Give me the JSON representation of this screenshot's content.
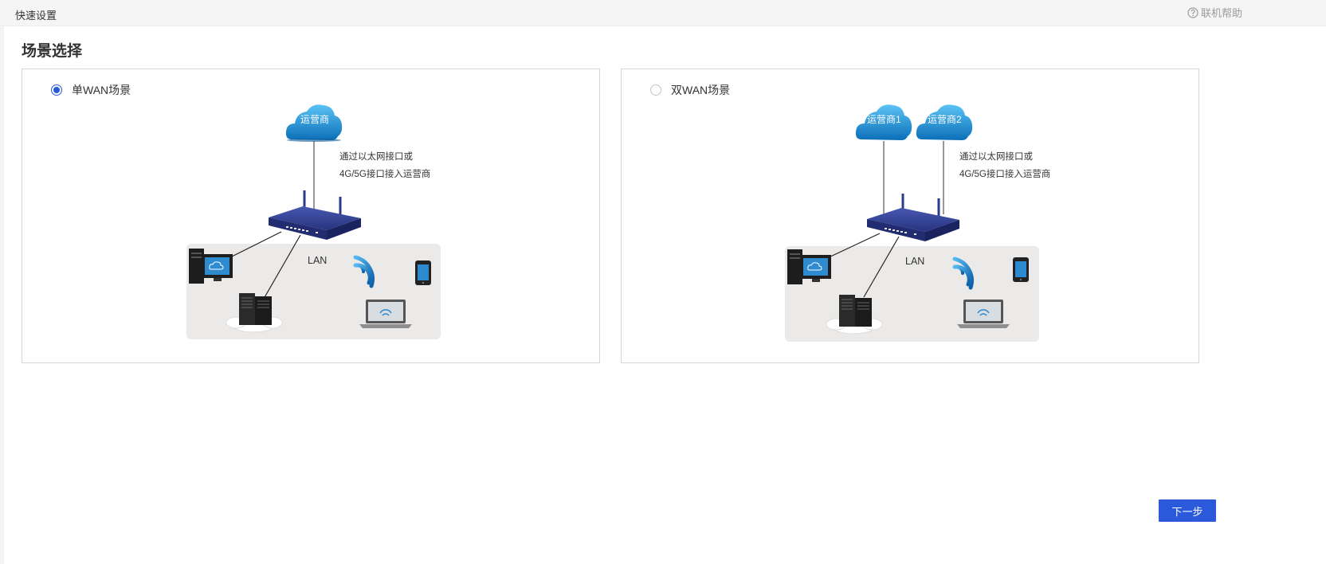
{
  "topbar": {
    "title": "快速设置",
    "help": "联机帮助"
  },
  "page": {
    "section_title": "场景选择",
    "next_label": "下一步"
  },
  "scenes": {
    "single": {
      "label": "单WAN场景",
      "checked": true,
      "isp": "运营商",
      "note_line1": "通过以太网接口或",
      "note_line2": "4G/5G接口接入运营商",
      "lan": "LAN"
    },
    "dual": {
      "label": "双WAN场景",
      "checked": false,
      "isp1": "运营商1",
      "isp2": "运营商2",
      "note_line1": "通过以太网接口或",
      "note_line2": "4G/5G接口接入运营商",
      "lan": "LAN"
    }
  },
  "colors": {
    "accent": "#2a5ad8",
    "cloud": "#1a8fd6",
    "router": "#2b3a8c",
    "lan_bg": "#ebeae8"
  },
  "icons": {
    "help": "help-circle-icon",
    "cloud": "cloud-icon",
    "router": "router-icon",
    "pc": "desktop-pc-icon",
    "server": "server-icon",
    "wifi": "wifi-signal-icon",
    "phone": "smartphone-icon",
    "laptop": "laptop-icon"
  }
}
